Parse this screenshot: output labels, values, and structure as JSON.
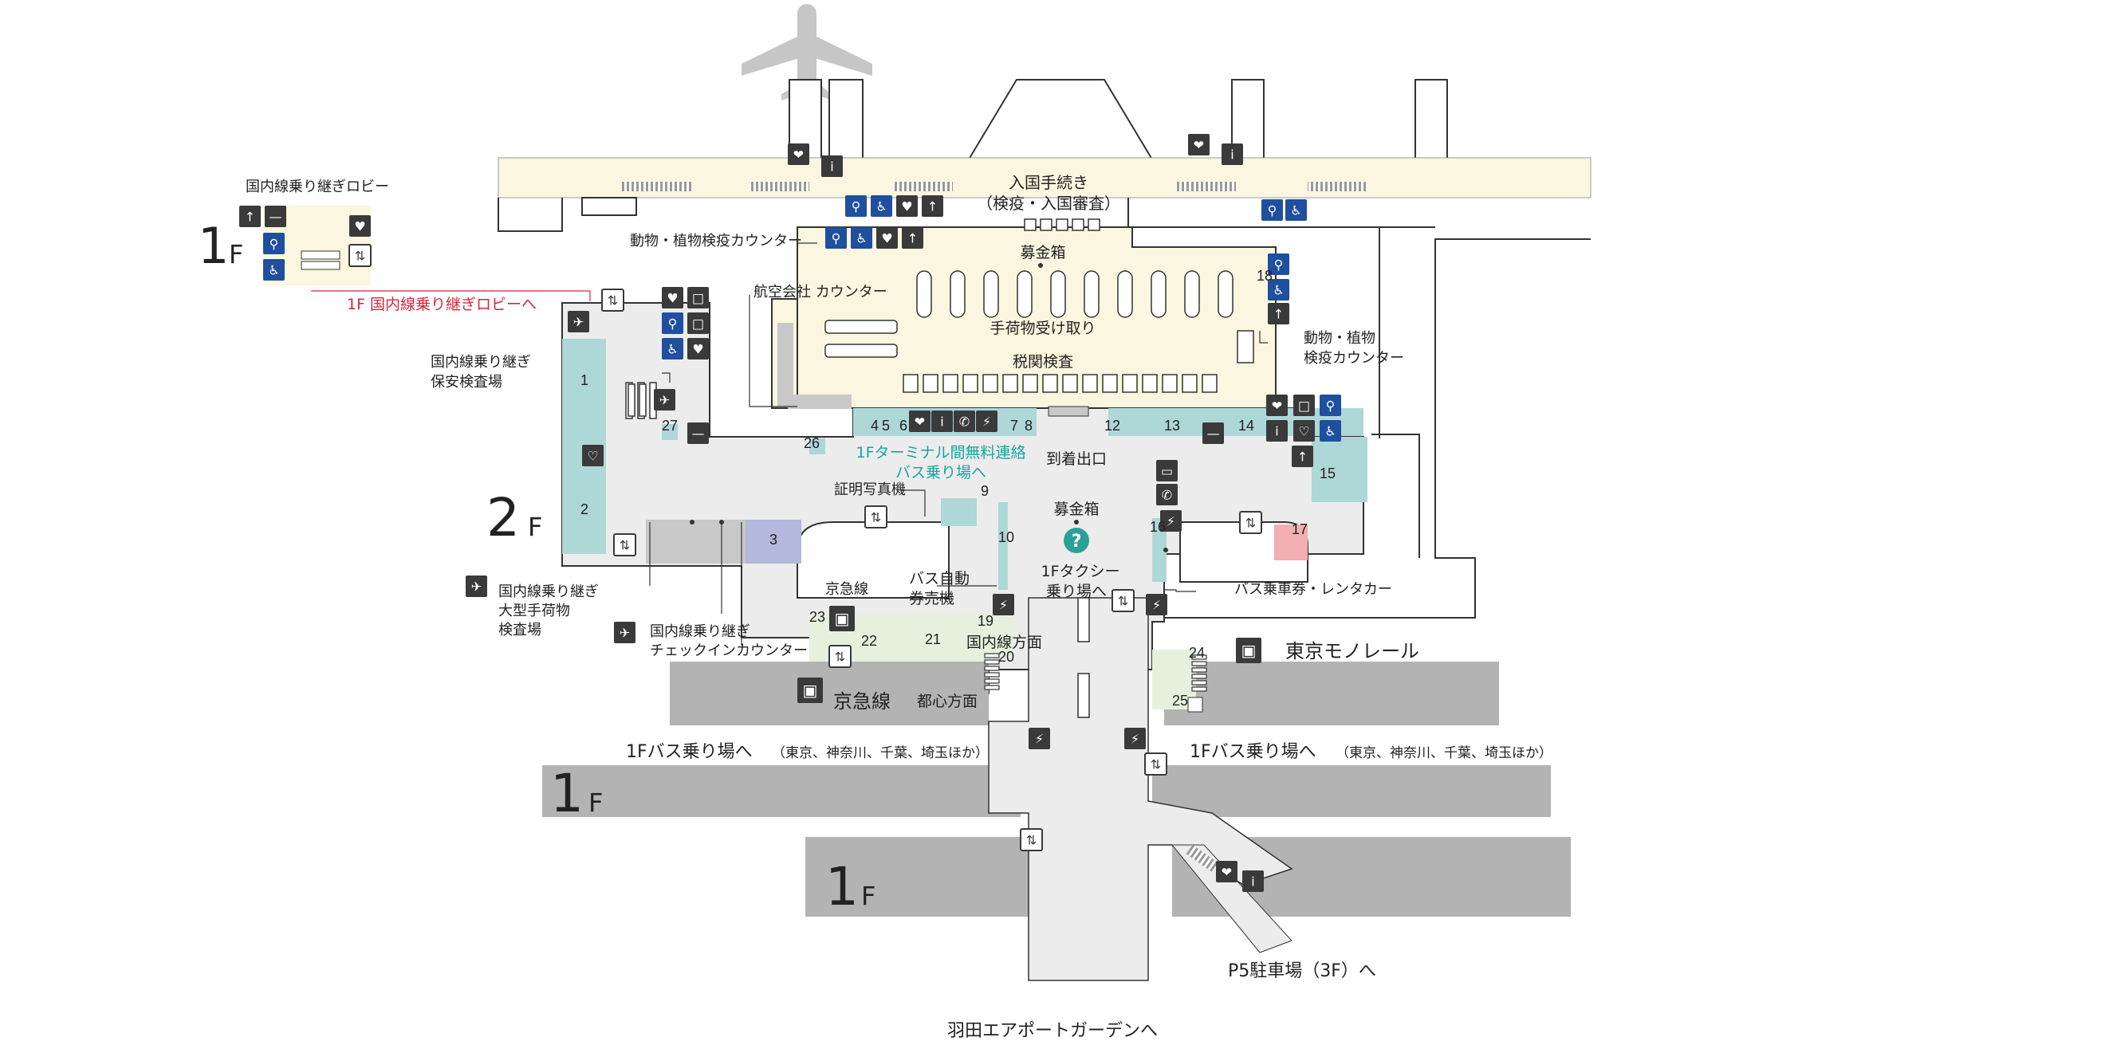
{
  "floors": {
    "inset_1f": "1",
    "main_2f": "2",
    "lower_1f_a": "1",
    "lower_1f_b": "1",
    "floor_suffix": "F"
  },
  "areas": {
    "domestic_transfer_lobby": "国内線乗り継ぎロビー",
    "to_domestic_transfer_lobby": "1F 国内線乗り継ぎロビーへ",
    "immigration": "入国手続き",
    "immigration_sub": "（検疫・入国審査）",
    "animal_plant_counter": "動物・植物検疫カウンター",
    "airline_counter": "航空会社 カウンター",
    "donation_box_upper": "募金箱",
    "baggage_claim": "手荷物受け取り",
    "customs": "税関検査",
    "animal_plant_counter_right_1": "動物・植物",
    "animal_plant_counter_right_2": "検疫カウンター",
    "transfer_security_1": "国内線乗り継ぎ",
    "transfer_security_2": "保安検査場",
    "free_bus_1": "1Fターミナル間無料連絡",
    "free_bus_2": "バス乗り場へ",
    "arrival_exit": "到着出口",
    "photo_booth": "証明写真機",
    "donation_box_lower": "募金箱",
    "bus_ticket_machine_1": "バス自動",
    "bus_ticket_machine_2": "券売機",
    "taxi_1": "1Fタクシー",
    "taxi_2": "乗り場へ",
    "keikyu_small": "京急線",
    "bus_ticket_rental": "バス乗車券・レンタカー",
    "large_baggage_1": "国内線乗り継ぎ",
    "large_baggage_2": "大型手荷物",
    "large_baggage_3": "検査場",
    "checkin_1": "国内線乗り継ぎ",
    "checkin_2": "チェックインカウンター",
    "domestic_direction": "国内線方面",
    "tokyo_monorail": "東京モノレール",
    "keikyu_big": "京急線",
    "city_direction": "都心方面",
    "bus_1f_left": "1Fバス乗り場へ",
    "bus_1f_left_sub": "（東京、神奈川、千葉、埼玉ほか）",
    "bus_1f_right": "1Fバス乗り場へ",
    "bus_1f_right_sub": "（東京、神奈川、千葉、埼玉ほか）",
    "p5_parking": "P5駐車場（3F）へ",
    "haneda_garden": "羽田エアポートガーデンへ"
  },
  "shops": [
    "1",
    "2",
    "3",
    "4",
    "5",
    "6",
    "7",
    "8",
    "9",
    "10",
    "12",
    "13",
    "14",
    "15",
    "16",
    "17",
    "18",
    "19",
    "20",
    "21",
    "22",
    "23",
    "24",
    "25",
    "26",
    "27"
  ],
  "colors": {
    "arrival_hall": "#faf6df",
    "concourse": "#ececec",
    "shop_teal": "#aed7d7",
    "shop_purple": "#b3b8dc",
    "shop_red": "#f2aeb0",
    "shop_green": "#e6f0dc",
    "platform_gray": "#b3b3b3",
    "icon_blue": "#1f4f9e",
    "icon_dark": "#3a3a3a",
    "info_green": "#2aa198",
    "teal_text": "#1aa3a3",
    "red_text": "#d7263d"
  }
}
